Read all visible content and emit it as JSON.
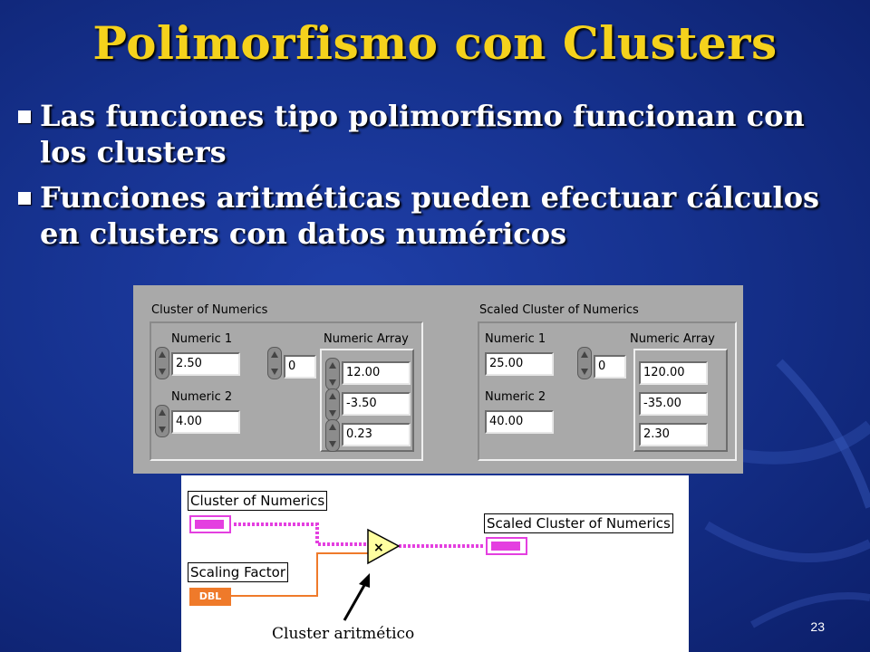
{
  "slide": {
    "title": "Polimorfismo con Clusters",
    "bullets": [
      "Las funciones tipo polimorfismo funcionan con los clusters",
      "Funciones aritméticas pueden efectuar cálculos en clusters con datos numéricos"
    ],
    "page_number": "23"
  },
  "front_panel": {
    "left": {
      "title": "Cluster of Numerics",
      "numeric1_label": "Numeric 1",
      "numeric1_value": "2.50",
      "numeric2_label": "Numeric 2",
      "numeric2_value": "4.00",
      "index_value": "0",
      "array_label": "Numeric Array",
      "array_values": [
        "12.00",
        "-3.50",
        "0.23"
      ]
    },
    "right": {
      "title": "Scaled Cluster of Numerics",
      "numeric1_label": "Numeric 1",
      "numeric1_value": "25.00",
      "numeric2_label": "Numeric 2",
      "numeric2_value": "40.00",
      "index_value": "0",
      "array_label": "Numeric Array",
      "array_values": [
        "120.00",
        "-35.00",
        "2.30"
      ]
    }
  },
  "block_diagram": {
    "input_cluster_label": "Cluster of Numerics",
    "scaling_label": "Scaling Factor",
    "scaling_type": "DBL",
    "output_label": "Scaled Cluster of Numerics",
    "multiply_symbol": "×",
    "caption": "Cluster aritmético",
    "colors": {
      "cluster_wire": "#e43fe0",
      "dbl_wire": "#ef7a2a",
      "multiply_fill": "#ffffa0"
    }
  }
}
